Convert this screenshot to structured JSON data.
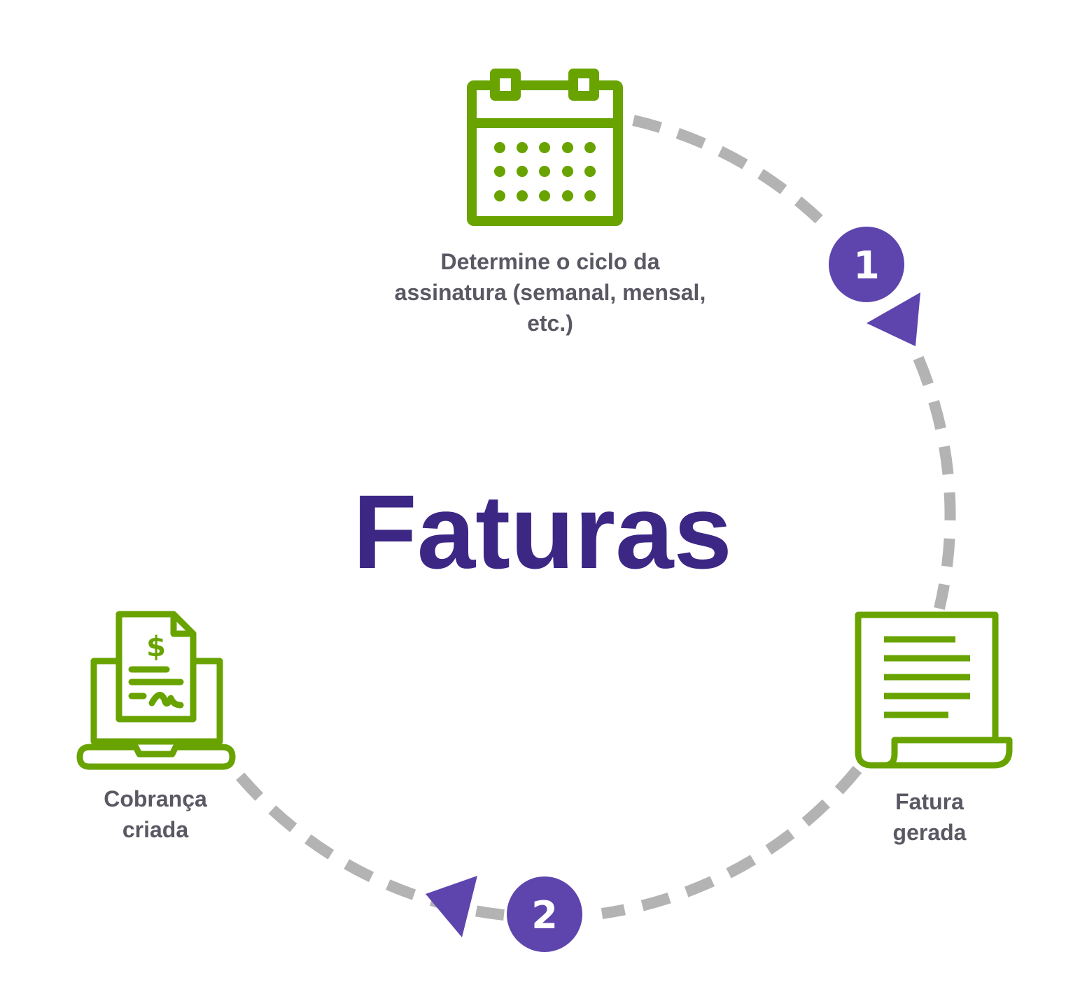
{
  "title": "Faturas",
  "steps": [
    {
      "icon": "calendar-icon",
      "label": "Determine o ciclo da assinatura (semanal, mensal, etc.)"
    },
    {
      "icon": "invoice-document-icon",
      "label_line1": "Fatura",
      "label_line2": "gerada"
    },
    {
      "icon": "laptop-invoice-icon",
      "label_line1": "Cobrança",
      "label_line2": "criada"
    }
  ],
  "badges": [
    "1",
    "2"
  ],
  "colors": {
    "icon": "#68a300",
    "title": "#3d2785",
    "badge": "#5e45ad",
    "arc": "#b3b3b3",
    "label": "#595863"
  }
}
